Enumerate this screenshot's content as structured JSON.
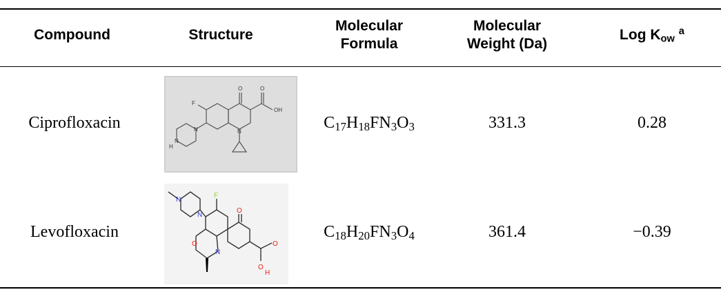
{
  "table": {
    "headers": {
      "compound": "Compound",
      "structure": "Structure",
      "formula_line1": "Molecular",
      "formula_line2": "Formula",
      "weight_line1": "Molecular",
      "weight_line2": "Weight (Da)",
      "logk_prefix": "Log K",
      "logk_sub": "ow",
      "logk_footnote": "a"
    },
    "rows": [
      {
        "compound": "Ciprofloxacin",
        "formula": {
          "c": "C",
          "c_n": "17",
          "h": "H",
          "h_n": "18",
          "fn": "FN",
          "n_n": "3",
          "o": "O",
          "o_n": "3"
        },
        "weight": "331.3",
        "logk": "0.28",
        "structure_labels": {
          "f": "F",
          "o1": "O",
          "o2": "O",
          "oh": "OH",
          "n1": "N",
          "n2": "N",
          "nh": "N",
          "h": "H"
        }
      },
      {
        "compound": "Levofloxacin",
        "formula": {
          "c": "C",
          "c_n": "18",
          "h": "H",
          "h_n": "20",
          "fn": "FN",
          "n_n": "3",
          "o": "O",
          "o_n": "4"
        },
        "weight": "361.4",
        "logk": "−0.39",
        "structure_labels": {
          "f": "F",
          "n_top": "N",
          "n_pip": "N",
          "o_ring": "O",
          "n_ring": "N",
          "o_keto": "O",
          "o_acid": "O",
          "o_h": "O",
          "h": "H"
        }
      }
    ]
  },
  "colors": {
    "nitrogen": "#3a3ad0",
    "oxygen": "#e8201c",
    "fluorine": "#9ccc33",
    "bond": "#333333"
  }
}
